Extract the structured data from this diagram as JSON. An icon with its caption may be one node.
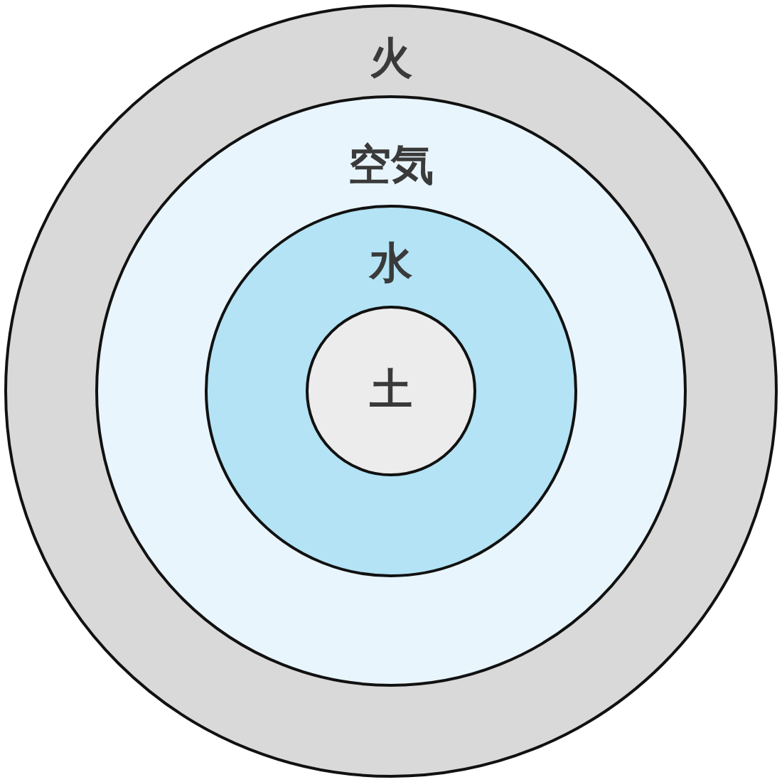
{
  "diagram": {
    "nodes": [
      {
        "text": [
          "火"
        ]
      },
      {
        "text": [
          "空気"
        ],
        "in": 0
      },
      {
        "text": [
          "水"
        ],
        "in": 1
      },
      {
        "text": [
          "土"
        ],
        "in": 2
      }
    ]
  }
}
